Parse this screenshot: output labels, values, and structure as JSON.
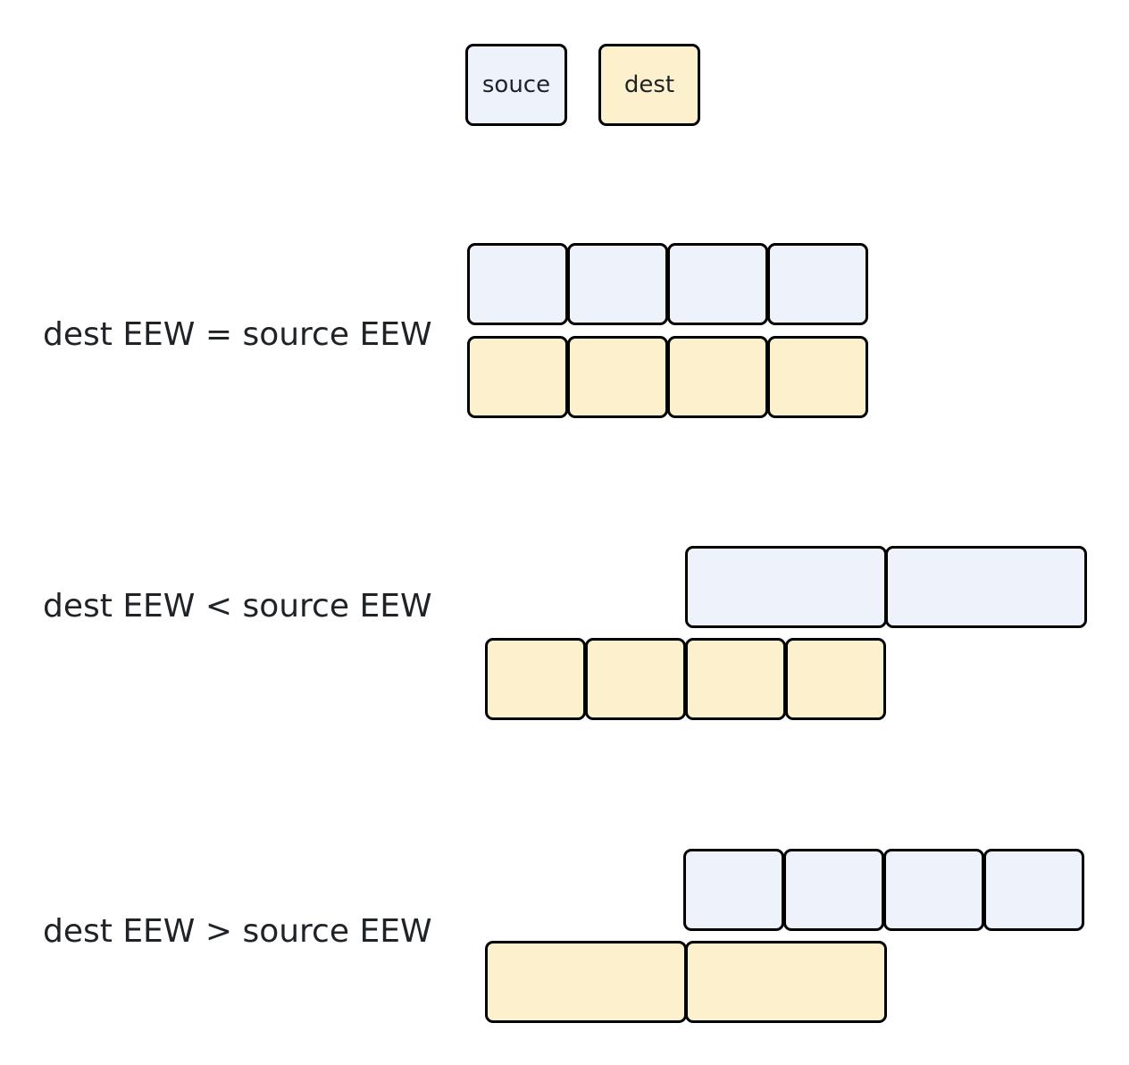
{
  "colors": {
    "source_fill": "#eef3fb",
    "dest_fill": "#fdf0cd",
    "border": "#000000",
    "text": "#1f2328"
  },
  "legend": {
    "source_label": "souce",
    "dest_label": "dest"
  },
  "rows": [
    {
      "label": "dest EEW = source EEW",
      "source_elements": 4,
      "dest_elements": 4
    },
    {
      "label": "dest EEW < source EEW",
      "source_elements": 2,
      "dest_elements": 4
    },
    {
      "label": "dest EEW > source EEW",
      "source_elements": 4,
      "dest_elements": 2
    }
  ]
}
